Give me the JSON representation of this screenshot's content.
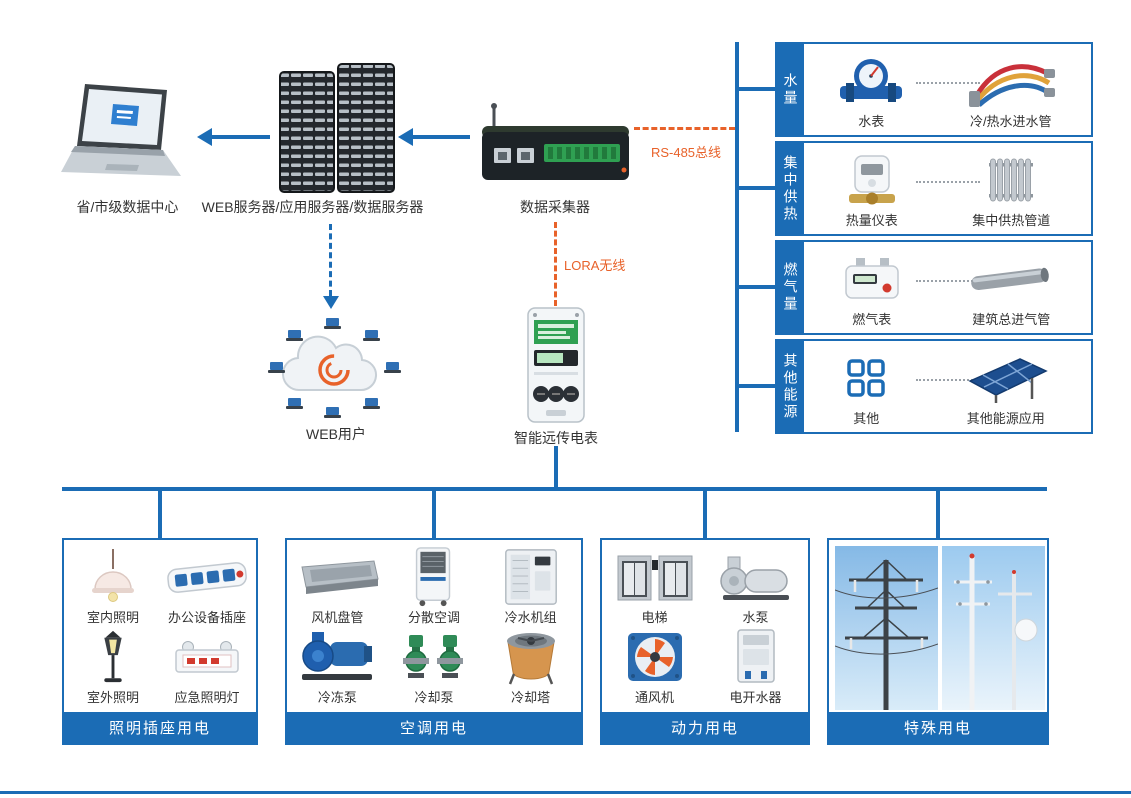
{
  "colors": {
    "primary_blue": "#1b6cb5",
    "accent_orange": "#e8622a"
  },
  "top": {
    "datacenter_label": "省/市级数据中心",
    "server_label": "WEB服务器/应用服务器/数据服务器",
    "collector_label": "数据采集器",
    "rs485_label": "RS-485总线",
    "lora_label": "LORA无线",
    "webusers_label": "WEB用户",
    "smartmeter_label": "智能远传电表"
  },
  "right_panel": {
    "sections": [
      {
        "tab": "水量",
        "items": [
          {
            "icon": "water-meter",
            "label": "水表"
          },
          {
            "icon": "water-pipes",
            "label": "冷/热水进水管"
          }
        ]
      },
      {
        "tab": "集中供热",
        "items": [
          {
            "icon": "heat-meter",
            "label": "热量仪表"
          },
          {
            "icon": "radiator",
            "label": "集中供热管道"
          }
        ]
      },
      {
        "tab": "燃气量",
        "items": [
          {
            "icon": "gas-meter",
            "label": "燃气表"
          },
          {
            "icon": "gas-pipe",
            "label": "建筑总进气管"
          }
        ]
      },
      {
        "tab": "其他能源",
        "items": [
          {
            "icon": "grid-squares",
            "label": "其他"
          },
          {
            "icon": "solar-panel",
            "label": "其他能源应用"
          }
        ]
      }
    ]
  },
  "bottom": {
    "groups": [
      {
        "title": "照明插座用电",
        "items": [
          "室内照明",
          "办公设备插座",
          "室外照明",
          "应急照明灯"
        ]
      },
      {
        "title": "空调用电",
        "items": [
          "风机盘管",
          "分散空调",
          "冷水机组",
          "冷冻泵",
          "冷却泵",
          "冷却塔"
        ]
      },
      {
        "title": "动力用电",
        "items": [
          "电梯",
          "水泵",
          "通风机",
          "电开水器"
        ]
      },
      {
        "title": "特殊用电",
        "items": []
      }
    ]
  }
}
